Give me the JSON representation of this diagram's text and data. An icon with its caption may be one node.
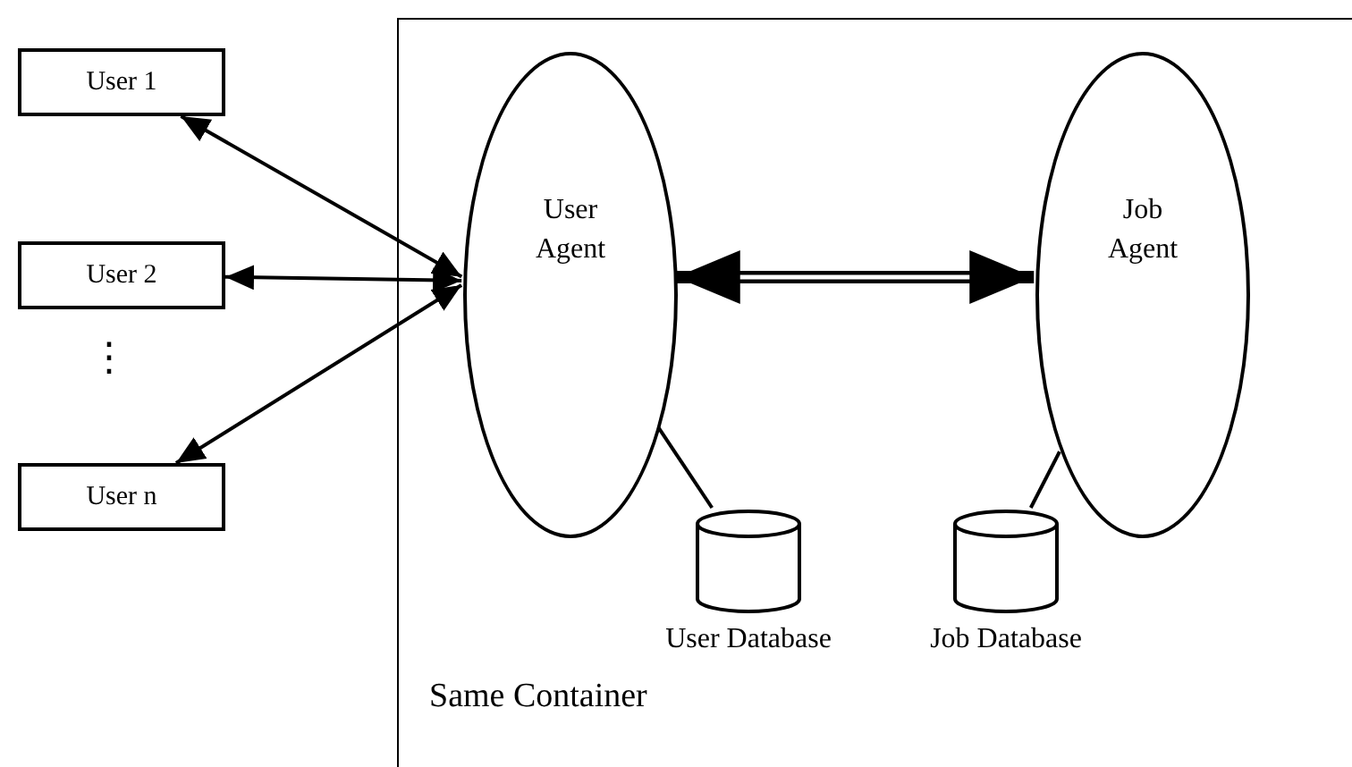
{
  "diagram": {
    "nodes": [
      {
        "text": [
          "User 1"
        ]
      },
      {
        "text": [
          "User 2"
        ]
      },
      {
        "text": [
          "User n"
        ]
      },
      {
        "text": [
          "Same Container"
        ]
      },
      {
        "text": [
          "User Agent"
        ],
        "in": 3
      },
      {
        "text": [
          "Job Agent"
        ],
        "in": 3
      },
      {
        "text": [],
        "shape": "cylinder",
        "in": 3,
        "beside": [
          "User Database"
        ]
      },
      {
        "text": [],
        "shape": "cylinder",
        "in": 3,
        "beside": [
          "Job Database"
        ]
      }
    ],
    "edges": [
      {
        "from": 0,
        "to": 4,
        "arrow": "both"
      },
      {
        "from": 1,
        "to": 4,
        "arrow": "both"
      },
      {
        "from": 2,
        "to": 4,
        "arrow": "both"
      },
      {
        "from": 4,
        "to": 5,
        "arrow": "both",
        "style": "thick"
      },
      {
        "from": 4,
        "to": 6,
        "arrow": "none"
      },
      {
        "from": 5,
        "to": 7,
        "arrow": "none"
      }
    ],
    "labels": [
      "⋮"
    ]
  }
}
